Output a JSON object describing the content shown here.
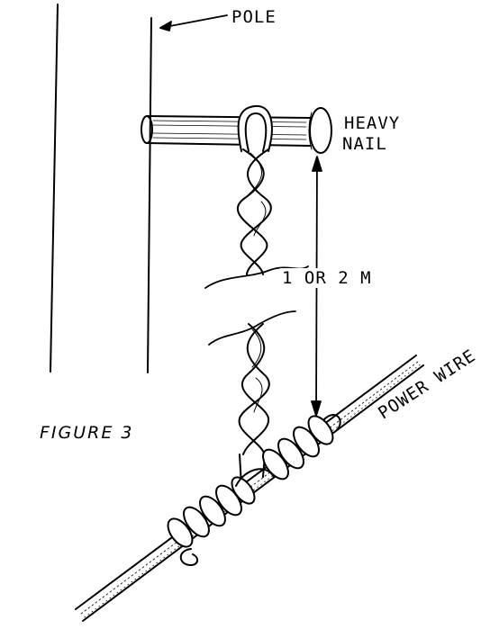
{
  "labels": {
    "pole": "POLE",
    "heavy": "HEAVY",
    "nail": "NAIL",
    "distance": "1 OR 2 M",
    "figure": "FIGURE 3",
    "power_wire": "POWER WIRE"
  },
  "colors": {
    "ink": "#000000",
    "paper": "#ffffff"
  }
}
